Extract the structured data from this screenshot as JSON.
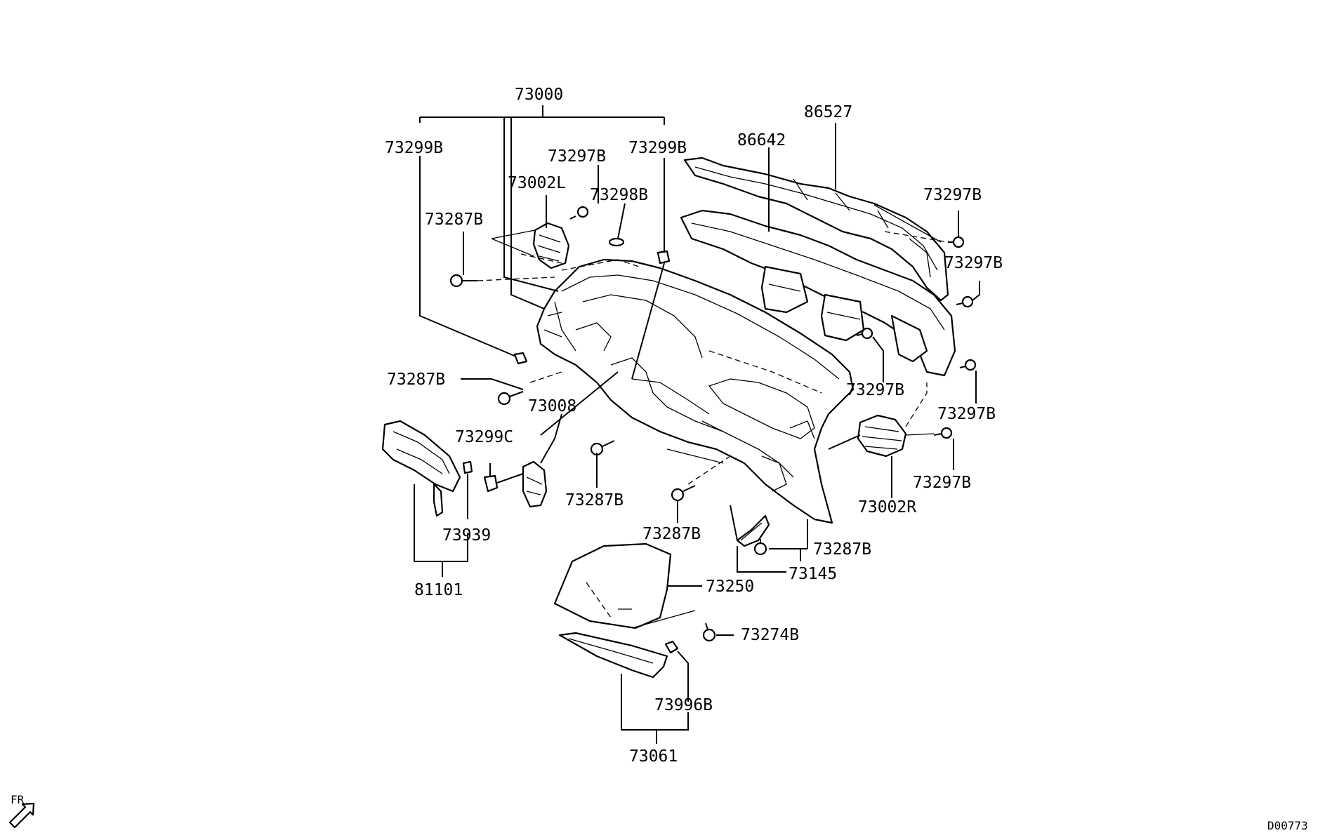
{
  "diagram_id": "D00773",
  "direction_label": "FR",
  "callouts": {
    "p73000": "73000",
    "p73299B_left": "73299B",
    "p73299B_right": "73299B",
    "p73297B_top": "73297B",
    "p73002L": "73002L",
    "p73298B": "73298B",
    "p73287B_top": "73287B",
    "p73287B_mid": "73287B",
    "p73008": "73008",
    "p73299C": "73299C",
    "p73939": "73939",
    "p81101": "81101",
    "p86527": "86527",
    "p86642": "86642",
    "p73297B_r1": "73297B",
    "p73297B_r2": "73297B",
    "p73297B_r3": "73297B",
    "p73297B_r4": "73297B",
    "p73297B_r5": "73297B",
    "p73002R": "73002R",
    "p73287B_c1": "73287B",
    "p73287B_c2": "73287B",
    "p73287B_c3": "73287B",
    "p73145": "73145",
    "p73250": "73250",
    "p73274B": "73274B",
    "p73996B": "73996B",
    "p73061": "73061"
  }
}
